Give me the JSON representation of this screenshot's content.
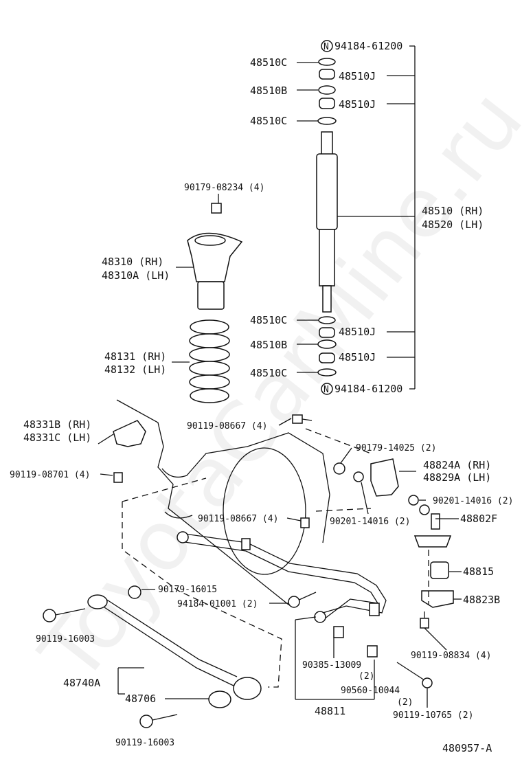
{
  "watermark": "ToyotaCarMine.ru",
  "diagram_code": "480957-A",
  "labels": {
    "nut_top": "94184-61200",
    "c1": "48510C",
    "j1": "48510J",
    "b1": "48510B",
    "j2": "48510J",
    "c2": "48510C",
    "absorber_rh": "48510 (RH)",
    "absorber_lh": "48520 (LH)",
    "nut_mount": "90179-08234 (4)",
    "support_rh": "48310  (RH)",
    "support_lh": "48310A (LH)",
    "c3": "48510C",
    "j3": "48510J",
    "b2": "48510B",
    "j4": "48510J",
    "c4": "48510C",
    "nut_bottom": "94184-61200",
    "spring_rh": "48131 (RH)",
    "spring_lh": "48132 (LH)",
    "bump_rh": "48331B (RH)",
    "bump_lh": "48331C (LH)",
    "bolt_a": "90119-08667 (4)",
    "bolt_b": "90119-08701 (4)",
    "nut_c": "90179-14025 (2)",
    "bracket_rh": "48824A (RH)",
    "bracket_lh": "48829A (LH)",
    "washer_a": "90201-14016 (2)",
    "bolt_d": "90119-08667 (4)",
    "washer_b": "90201-14016 (2)",
    "link": "48802F",
    "bushing": "48815",
    "nut_e": "90179-16015",
    "nut_f": "94184-01001 (2)",
    "bracket_b": "48823B",
    "bolt_f": "90119-16003",
    "bolt_g": "90119-08834 (4)",
    "collar": "90385-13009",
    "collar_qty": "(2)",
    "arm": "48740A",
    "bush_arm": "48706",
    "spacer": "90560-10044",
    "spacer_qty": "(2)",
    "bolt_h": "90119-10765 (2)",
    "stabilizer": "48811",
    "bolt_i": "90119-16003"
  }
}
